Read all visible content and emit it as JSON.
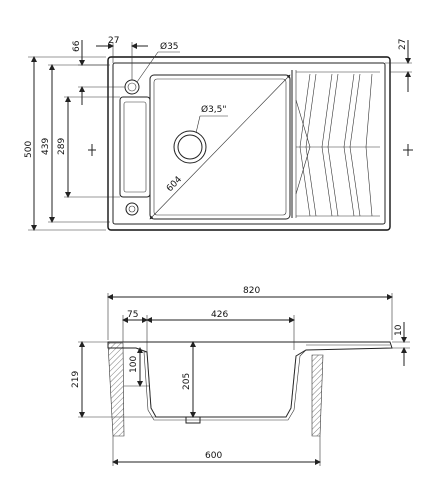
{
  "drawing": {
    "top_view": {
      "dimensions": {
        "height_total": "500",
        "height_inner": "439",
        "bowl_depth": "289",
        "offset_top": "66",
        "offset_left": "27",
        "tap_hole": "Ø35",
        "offset_right_top": "27",
        "drain": "Ø3,5\"",
        "diagonal": "604"
      }
    },
    "side_view": {
      "dimensions": {
        "width_total": "820",
        "offset_bowl": "75",
        "bowl_width": "426",
        "height_total": "219",
        "rim_depth": "100",
        "bowl_depth": "205",
        "drainer_height": "10",
        "width_bottom": "600"
      }
    }
  }
}
